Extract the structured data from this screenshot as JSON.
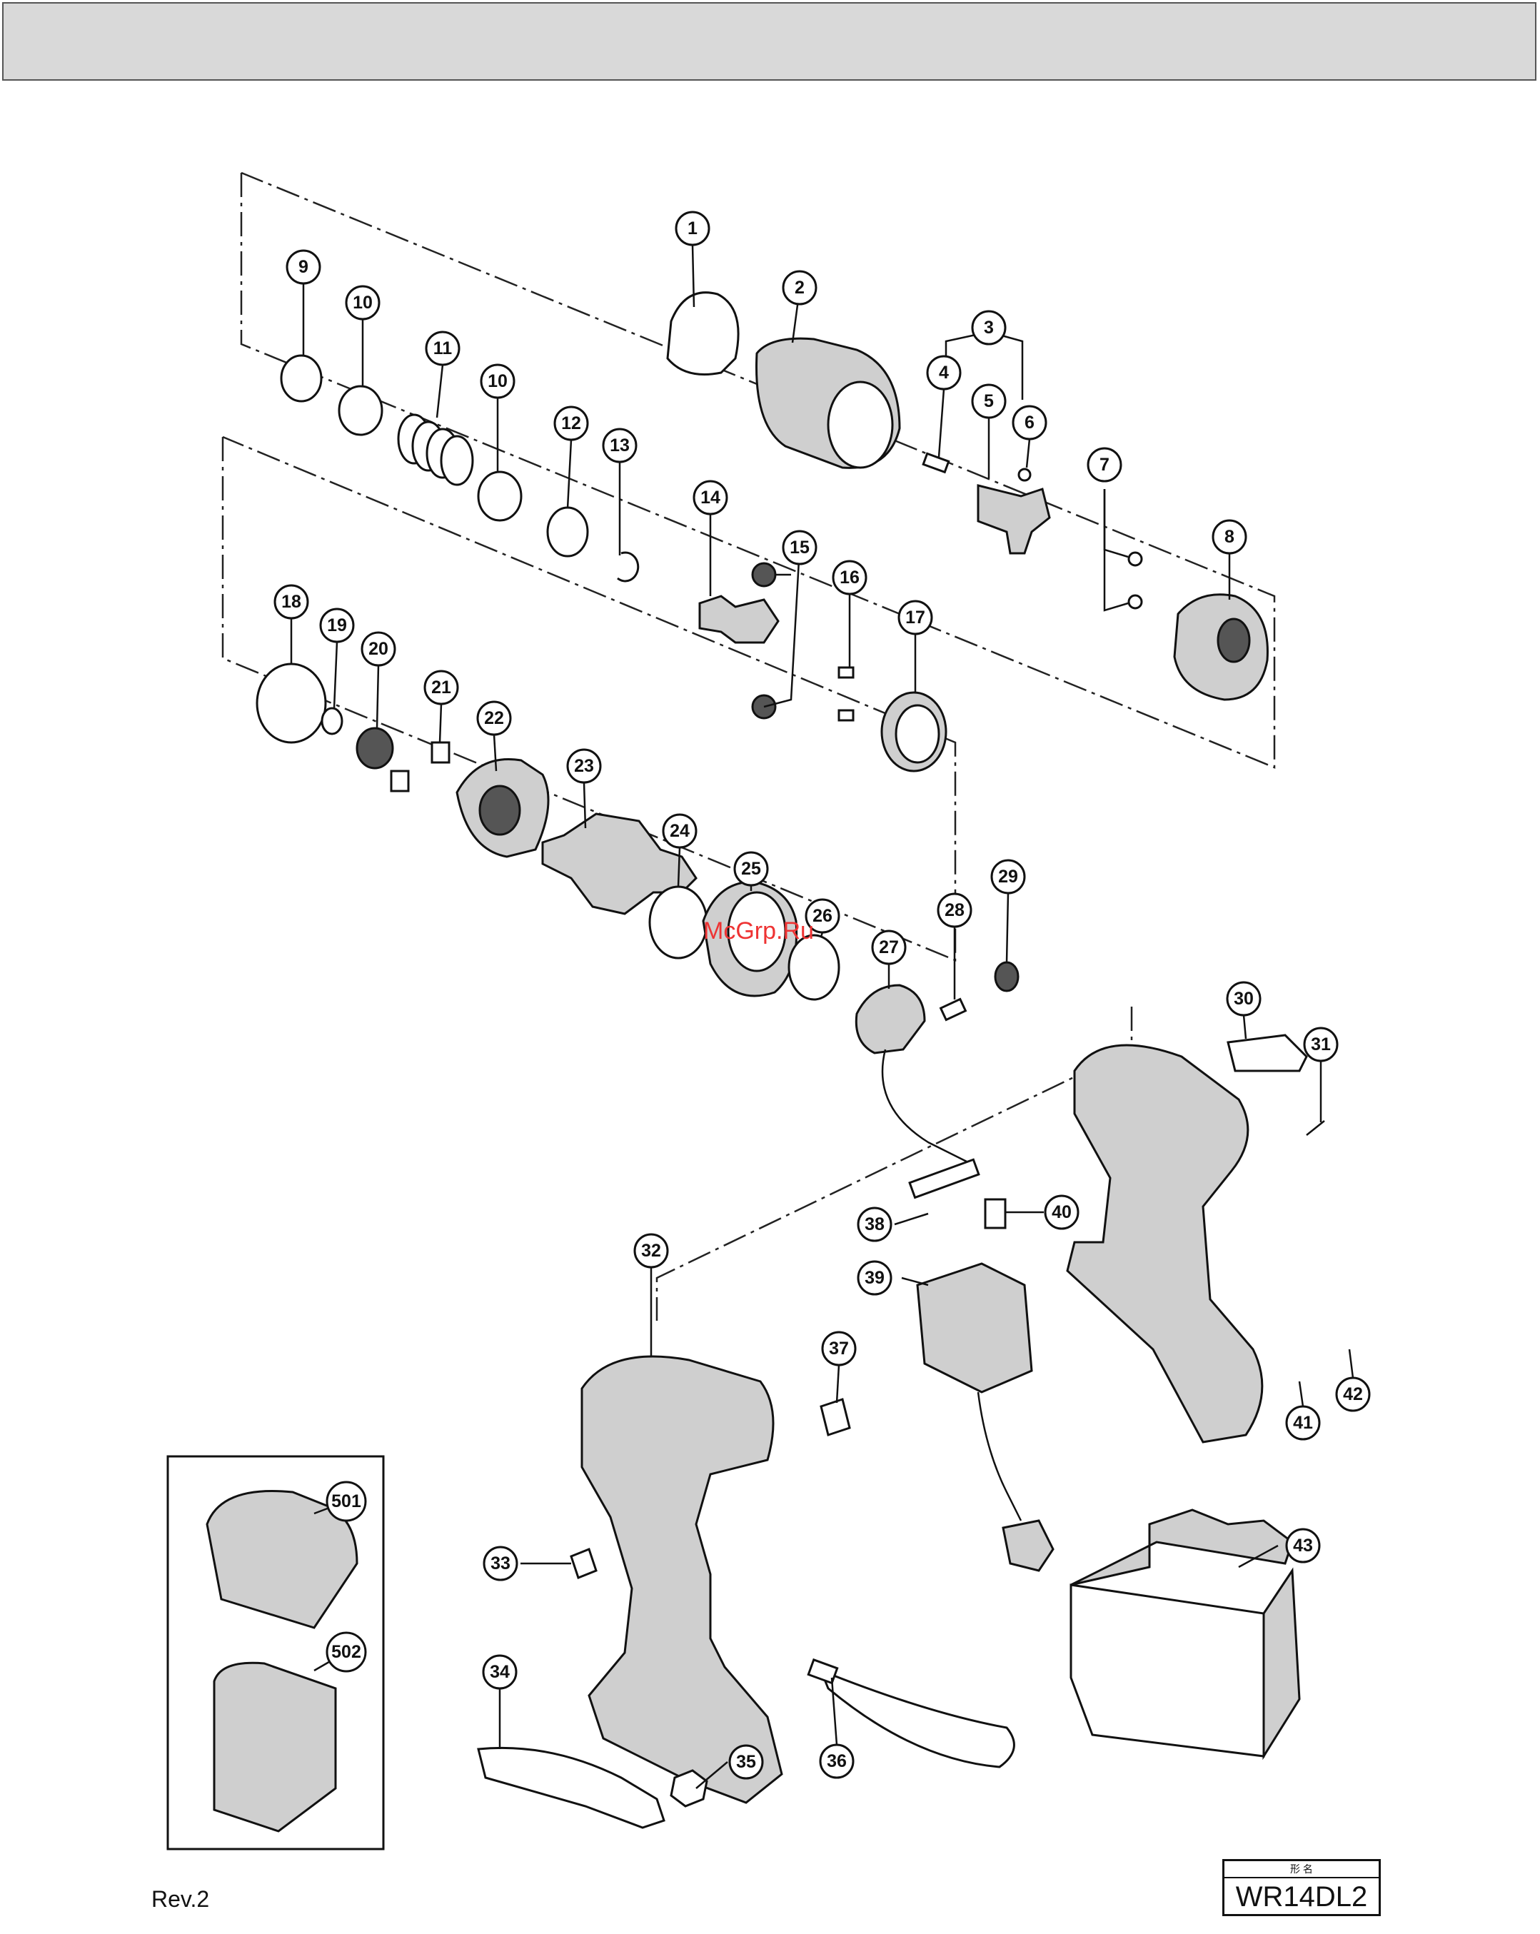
{
  "callouts": [
    {
      "id": "1",
      "label": "1"
    },
    {
      "id": "2",
      "label": "2"
    },
    {
      "id": "3",
      "label": "3"
    },
    {
      "id": "4",
      "label": "4"
    },
    {
      "id": "5",
      "label": "5"
    },
    {
      "id": "6",
      "label": "6"
    },
    {
      "id": "7",
      "label": "7"
    },
    {
      "id": "8",
      "label": "8"
    },
    {
      "id": "9",
      "label": "9"
    },
    {
      "id": "10a",
      "label": "10"
    },
    {
      "id": "11",
      "label": "11"
    },
    {
      "id": "10b",
      "label": "10"
    },
    {
      "id": "12",
      "label": "12"
    },
    {
      "id": "13",
      "label": "13"
    },
    {
      "id": "14",
      "label": "14"
    },
    {
      "id": "15",
      "label": "15"
    },
    {
      "id": "16",
      "label": "16"
    },
    {
      "id": "17",
      "label": "17"
    },
    {
      "id": "18",
      "label": "18"
    },
    {
      "id": "19",
      "label": "19"
    },
    {
      "id": "20",
      "label": "20"
    },
    {
      "id": "21",
      "label": "21"
    },
    {
      "id": "22",
      "label": "22"
    },
    {
      "id": "23",
      "label": "23"
    },
    {
      "id": "24",
      "label": "24"
    },
    {
      "id": "25",
      "label": "25"
    },
    {
      "id": "26",
      "label": "26"
    },
    {
      "id": "27",
      "label": "27"
    },
    {
      "id": "28",
      "label": "28"
    },
    {
      "id": "29",
      "label": "29"
    },
    {
      "id": "30",
      "label": "30"
    },
    {
      "id": "31",
      "label": "31"
    },
    {
      "id": "32",
      "label": "32"
    },
    {
      "id": "33",
      "label": "33"
    },
    {
      "id": "34",
      "label": "34"
    },
    {
      "id": "35",
      "label": "35"
    },
    {
      "id": "36",
      "label": "36"
    },
    {
      "id": "37",
      "label": "37"
    },
    {
      "id": "38",
      "label": "38"
    },
    {
      "id": "39",
      "label": "39"
    },
    {
      "id": "40",
      "label": "40"
    },
    {
      "id": "41",
      "label": "41"
    },
    {
      "id": "42",
      "label": "42"
    },
    {
      "id": "43",
      "label": "43"
    },
    {
      "id": "501",
      "label": "501"
    },
    {
      "id": "502",
      "label": "502"
    }
  ],
  "footer": {
    "revision": "Rev.2",
    "model_small": "形 名",
    "model": "WR14DL2"
  },
  "watermark": "McGrp.Ru"
}
